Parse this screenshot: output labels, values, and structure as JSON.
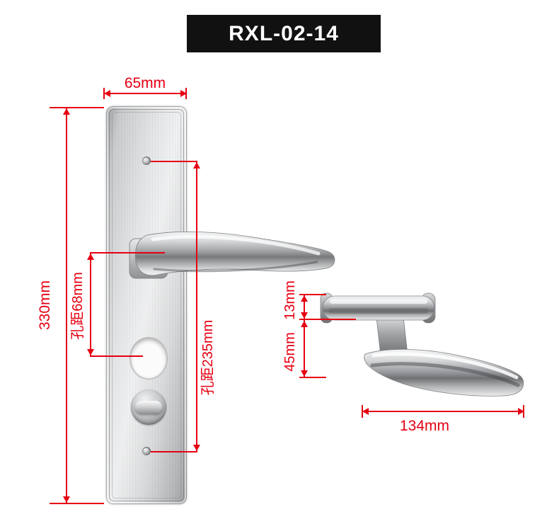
{
  "product": {
    "model": "RXL-02-14"
  },
  "colors": {
    "dimension_red": "#e60012",
    "banner_bg": "#111111",
    "banner_text": "#ffffff"
  },
  "dimensions": {
    "plate_width": "65mm",
    "plate_height": "330mm",
    "hole_distance_68": "孔距68mm",
    "hole_distance_235": "孔距235mm",
    "handle_thickness": "13mm",
    "handle_drop": "45mm",
    "handle_length": "134mm"
  }
}
